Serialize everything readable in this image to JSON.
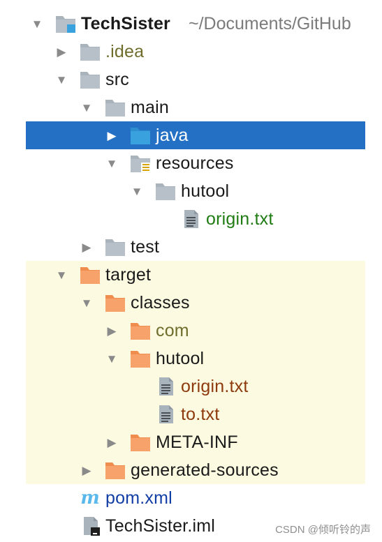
{
  "colors": {
    "selection": "#2470c4",
    "excluded_bg": "#fcfbe1",
    "folder_gray": "#a9b3bc",
    "folder_blue": "#3aa1df",
    "folder_orange": "#f7a26b",
    "text_olive": "#6f6d2c",
    "text_green": "#1f7c12",
    "text_brown": "#8e3a0e",
    "text_blue": "#123ea6"
  },
  "project": {
    "name": "TechSister",
    "path": "~/Documents/GitHub",
    "icon": "module-folder-icon"
  },
  "tree": [
    {
      "label": ".idea",
      "icon": "folder-icon",
      "expanded": false
    },
    {
      "label": "src",
      "icon": "folder-icon",
      "expanded": true
    },
    {
      "label": "main",
      "icon": "folder-icon",
      "expanded": true
    },
    {
      "label": "java",
      "icon": "source-folder-icon",
      "expanded": false,
      "selected": true
    },
    {
      "label": "resources",
      "icon": "resources-folder-icon",
      "expanded": true
    },
    {
      "label": "hutool",
      "icon": "folder-icon",
      "expanded": true
    },
    {
      "label": "origin.txt",
      "icon": "text-file-icon"
    },
    {
      "label": "test",
      "icon": "folder-icon",
      "expanded": false
    },
    {
      "label": "target",
      "icon": "excluded-folder-icon",
      "expanded": true,
      "excluded": true
    },
    {
      "label": "classes",
      "icon": "excluded-folder-icon",
      "expanded": true,
      "excluded": true
    },
    {
      "label": "com",
      "icon": "excluded-folder-icon",
      "expanded": false,
      "excluded": true
    },
    {
      "label": "hutool",
      "icon": "excluded-folder-icon",
      "expanded": true,
      "excluded": true
    },
    {
      "label": "origin.txt",
      "icon": "text-file-icon",
      "excluded": true
    },
    {
      "label": "to.txt",
      "icon": "text-file-icon",
      "excluded": true
    },
    {
      "label": "META-INF",
      "icon": "excluded-folder-icon",
      "expanded": false,
      "excluded": true
    },
    {
      "label": "generated-sources",
      "icon": "excluded-folder-icon",
      "expanded": false,
      "excluded": true
    },
    {
      "label": "pom.xml",
      "icon": "maven-icon"
    },
    {
      "label": "TechSister.iml",
      "icon": "iml-file-icon"
    }
  ],
  "watermark": "CSDN @倾听铃的声"
}
